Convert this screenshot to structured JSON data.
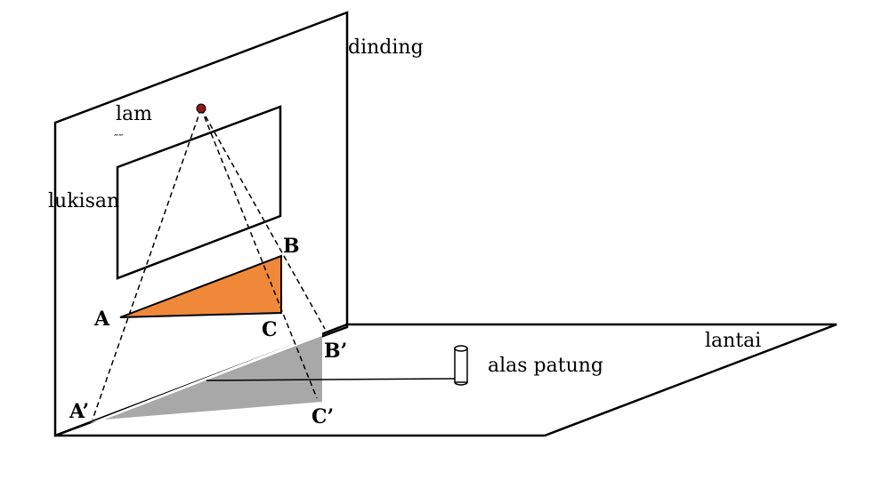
{
  "labels": {
    "wall": "dinding",
    "lamp": "lam",
    "painting": "lukisan",
    "floor": "lantai",
    "statue_base": "alas patung"
  },
  "points": {
    "A": "A",
    "B": "B",
    "C": "C",
    "A_prime": "A’",
    "B_prime": "B’",
    "C_prime": "C’"
  },
  "colors": {
    "lamp": "#8b1a1a",
    "painting": "#c0c0c0",
    "triangle": "#f0883a",
    "shadow": "#a8a8a8",
    "line": "#000000"
  }
}
